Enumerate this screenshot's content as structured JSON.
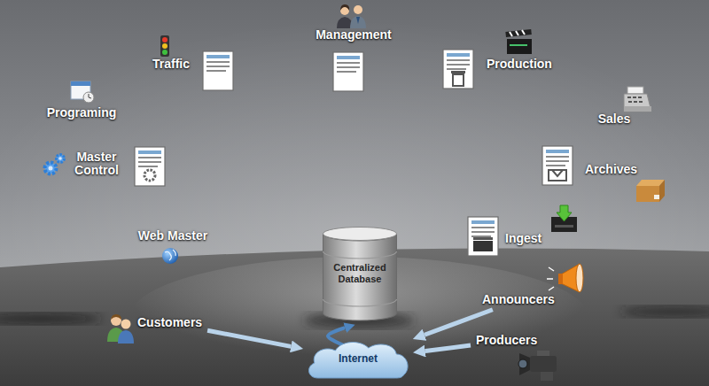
{
  "diagram": {
    "nodes": [
      {
        "text": [
          "Centralized Database"
        ]
      },
      {
        "text": [
          "Customers"
        ]
      },
      {
        "text": [
          "Announcers"
        ]
      },
      {
        "text": [
          "Producers"
        ]
      },
      {
        "text": [
          "Internet"
        ]
      }
    ],
    "edges": [
      {
        "from": 1,
        "to": 4,
        "arrow": "to"
      },
      {
        "from": 2,
        "to": 4,
        "arrow": "to"
      },
      {
        "from": 3,
        "to": 4,
        "arrow": "to"
      },
      {
        "from": 4,
        "to": 0,
        "arrow": "to"
      }
    ],
    "labels": [
      "Management",
      "Traffic",
      "Production",
      "Programing",
      "Sales",
      "Master Control",
      "Archives",
      "Web Master",
      "Ingest"
    ]
  }
}
